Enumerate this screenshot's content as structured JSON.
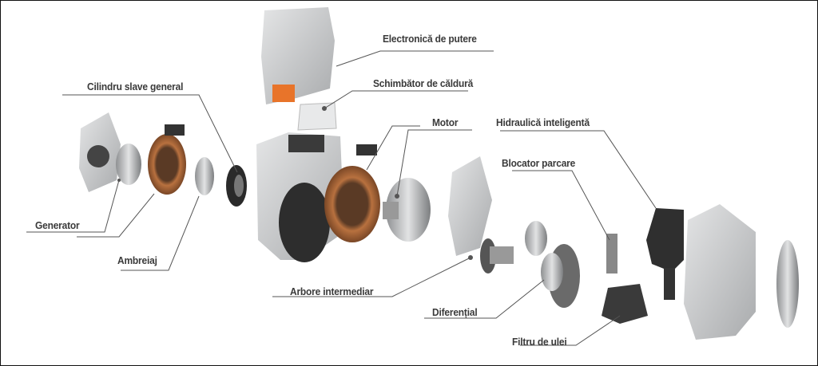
{
  "labels": {
    "power_electronics": "Electronică de putere",
    "heat_exchanger": "Schimbător de căldură",
    "slave_cylinder": "Cilindru slave general",
    "motor": "Motor",
    "smart_hydraulics": "Hidraulică inteligentă",
    "parking_lock": "Blocator parcare",
    "generator": "Generator",
    "clutch": "Ambreiaj",
    "intermediate_shaft": "Arbore intermediar",
    "differential": "Diferențial",
    "oil_filter": "Filtru de ulei"
  },
  "colors": {
    "housing": "#c9cbcc",
    "copper": "#a8643a",
    "dark": "#2e2e2e",
    "accent": "#e8742a",
    "leader": "#555555"
  }
}
